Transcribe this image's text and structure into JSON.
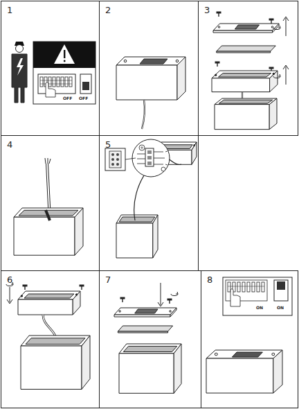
{
  "diagram": {
    "nodes": [
      {
        "text": [
          "1"
        ]
      },
      {
        "text": [
          "2"
        ]
      },
      {
        "text": [
          "3"
        ]
      },
      {
        "text": [
          "4"
        ]
      },
      {
        "text": [
          "5"
        ]
      },
      {
        "text": [
          "6"
        ]
      },
      {
        "text": [
          "7"
        ]
      },
      {
        "text": [
          "8"
        ]
      }
    ],
    "labels": [
      "OFF",
      "OFF",
      "ON",
      "ON"
    ]
  }
}
